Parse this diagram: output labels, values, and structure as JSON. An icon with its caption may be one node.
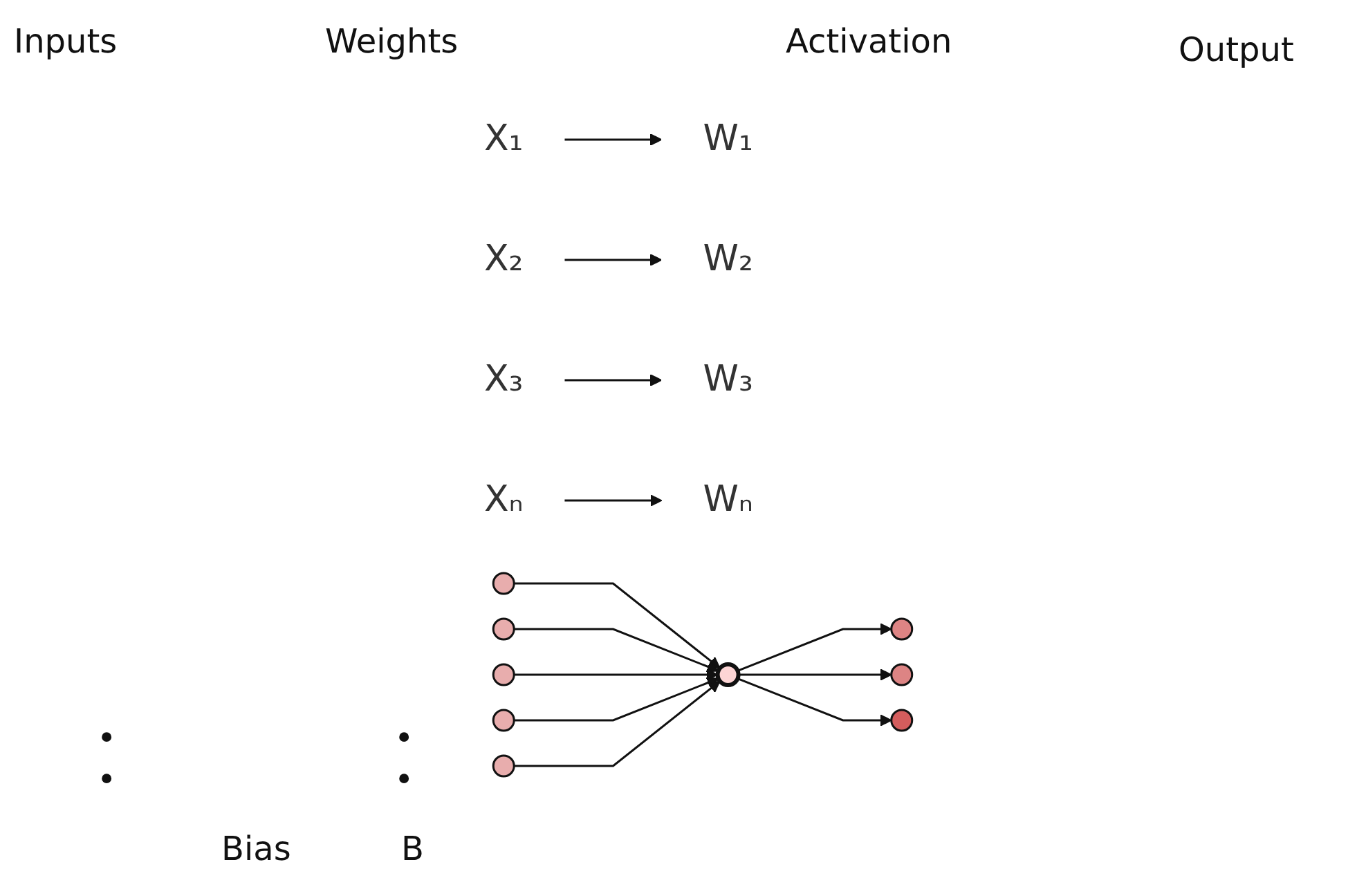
{
  "diagram": {
    "nodes": [
      {
        "text": [
          "X₁"
        ]
      },
      {
        "text": [
          "W₁"
        ]
      },
      {
        "text": [
          "X₂"
        ]
      },
      {
        "text": [
          "W₂"
        ]
      },
      {
        "text": [
          "X₃"
        ]
      },
      {
        "text": [
          "W₃"
        ]
      },
      {
        "text": [
          "Xₙ"
        ]
      },
      {
        "text": [
          "Wₙ"
        ]
      },
      {
        "text": [],
        "shape": "circle"
      },
      {
        "text": [],
        "shape": "circle"
      },
      {
        "text": [],
        "shape": "circle"
      },
      {
        "text": [],
        "shape": "circle"
      },
      {
        "text": [],
        "shape": "circle"
      },
      {
        "text": [],
        "shape": "circle"
      },
      {
        "text": [],
        "shape": "circle"
      },
      {
        "text": [],
        "shape": "circle"
      },
      {
        "text": [],
        "shape": "circle"
      }
    ],
    "edges": [
      {
        "from": 0,
        "to": 1,
        "arrow": "to"
      },
      {
        "from": 2,
        "to": 3,
        "arrow": "to"
      },
      {
        "from": 4,
        "to": 5,
        "arrow": "to"
      },
      {
        "from": 6,
        "to": 7,
        "arrow": "to"
      },
      {
        "from": 8,
        "to": 13,
        "arrow": "to"
      },
      {
        "from": 9,
        "to": 13,
        "arrow": "to"
      },
      {
        "from": 10,
        "to": 13,
        "arrow": "to"
      },
      {
        "from": 11,
        "to": 13,
        "arrow": "to"
      },
      {
        "from": 12,
        "to": 13,
        "arrow": "to"
      },
      {
        "from": 13,
        "to": 14,
        "arrow": "to"
      },
      {
        "from": 13,
        "to": 15,
        "arrow": "to"
      },
      {
        "from": 13,
        "to": 16,
        "arrow": "to"
      }
    ],
    "labels": [
      "Inputs",
      "Weights",
      "Activation",
      "Output",
      "•",
      "•",
      "•",
      "•",
      "Bias",
      "B"
    ]
  }
}
